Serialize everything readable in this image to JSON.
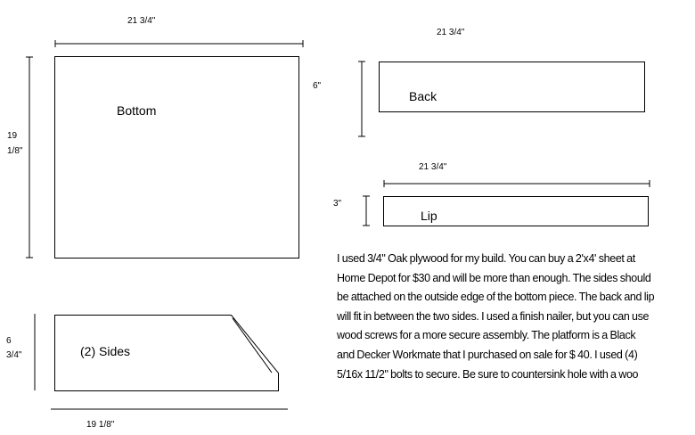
{
  "parts": {
    "bottom": {
      "label": "Bottom",
      "width_label": "21 3/4\"",
      "height_label_line1": "19",
      "height_label_line2": "1/8\""
    },
    "back": {
      "label": "Back",
      "width_label": "21 3/4\"",
      "height_label": "6\""
    },
    "lip": {
      "label": "Lip",
      "width_label": "21 3/4\"",
      "height_label": "3\""
    },
    "sides": {
      "label": "(2) Sides",
      "height_label_line1": "6",
      "height_label_line2": "3/4\"",
      "width_label": "19 1/8\""
    }
  },
  "note": {
    "lines": [
      "I used 3/4\" Oak plywood for my build. You can buy a 2'x4' sheet at",
      "Home Depot for $30 and will be more than enough. The sides should",
      "be attached on the outside edge of the bottom piece. The back and lip",
      "will fit in between the two sides. I used a finish nailer, but you can use",
      "wood screws for a more secure assembly. The platform is a Black",
      "and Decker Workmate that I purchased on sale for $ 40. I used (4)",
      "5/16x 11/2\" bolts to secure. Be sure to countersink hole with a woo"
    ]
  }
}
